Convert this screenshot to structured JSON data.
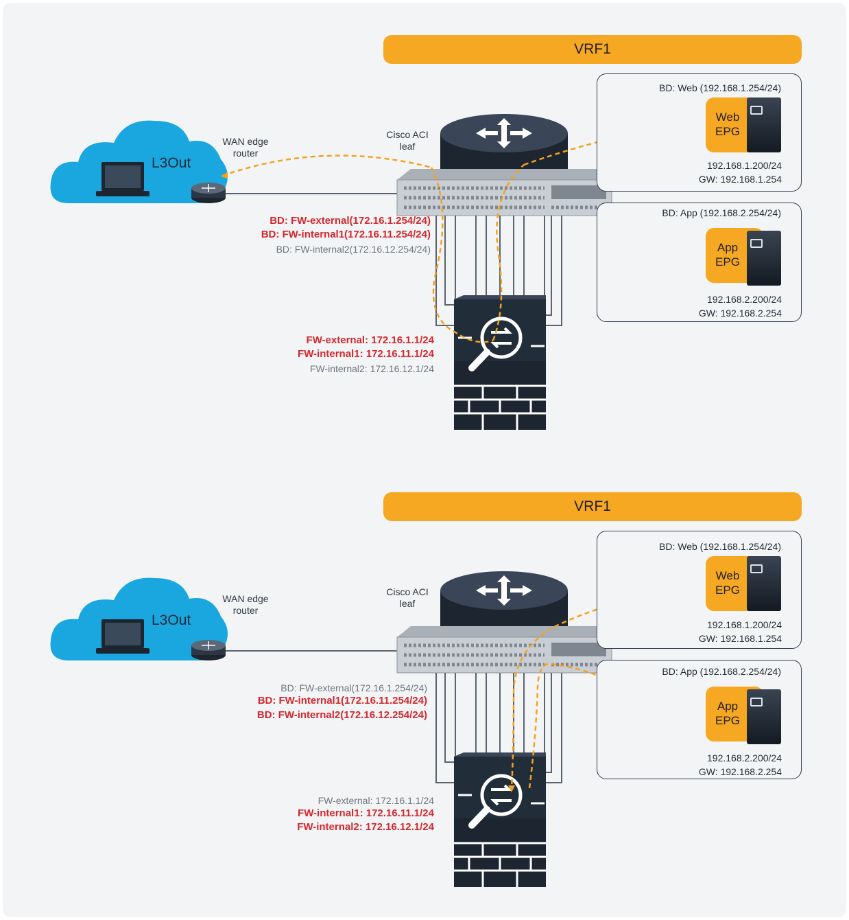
{
  "colors": {
    "vrf": "#f7a823",
    "cloud": "#1aa7df",
    "highlight": "#d3282e",
    "flow": "#f4a21c"
  },
  "panels": [
    {
      "vrf_label": "VRF1",
      "l3out_label": "L3Out",
      "wan_label": "WAN edge\nrouter",
      "leaf_label": "Cisco ACI\nleaf",
      "bd_web": {
        "title": "BD: Web (192.168.1.254/24)",
        "epg": "Web\nEPG",
        "ip": "192.168.1.200/24",
        "gw": "GW: 192.168.1.254"
      },
      "bd_app": {
        "title": "BD: App (192.168.2.254/24)",
        "epg": "App\nEPG",
        "ip": "192.168.2.200/24",
        "gw": "GW: 192.168.2.254"
      },
      "bd_lines": [
        {
          "text": "BD: FW-external(172.16.1.254/24)",
          "highlight": true
        },
        {
          "text": "BD: FW-internal1(172.16.11.254/24)",
          "highlight": true
        },
        {
          "text": "BD: FW-internal2(172.16.12.254/24)",
          "highlight": false
        }
      ],
      "fw_lines": [
        {
          "text": "FW-external: 172.16.1.1/24",
          "highlight": true
        },
        {
          "text": "FW-internal1: 172.16.11.1/24",
          "highlight": true
        },
        {
          "text": "FW-internal2: 172.16.12.1/24",
          "highlight": false
        }
      ]
    },
    {
      "vrf_label": "VRF1",
      "l3out_label": "L3Out",
      "wan_label": "WAN edge\nrouter",
      "leaf_label": "Cisco ACI\nleaf",
      "bd_web": {
        "title": "BD: Web (192.168.1.254/24)",
        "epg": "Web\nEPG",
        "ip": "192.168.1.200/24",
        "gw": "GW: 192.168.1.254"
      },
      "bd_app": {
        "title": "BD: App (192.168.2.254/24)",
        "epg": "App\nEPG",
        "ip": "192.168.2.200/24",
        "gw": "GW: 192.168.2.254"
      },
      "bd_lines": [
        {
          "text": "BD: FW-external(172.16.1.254/24)",
          "highlight": false
        },
        {
          "text": "BD: FW-internal1(172.16.11.254/24)",
          "highlight": true
        },
        {
          "text": "BD: FW-internal2(172.16.12.254/24)",
          "highlight": true
        }
      ],
      "fw_lines": [
        {
          "text": "FW-external: 172.16.1.1/24",
          "highlight": false
        },
        {
          "text": "FW-internal1: 172.16.11.1/24",
          "highlight": true
        },
        {
          "text": "FW-internal2: 172.16.12.1/24",
          "highlight": true
        }
      ]
    }
  ]
}
